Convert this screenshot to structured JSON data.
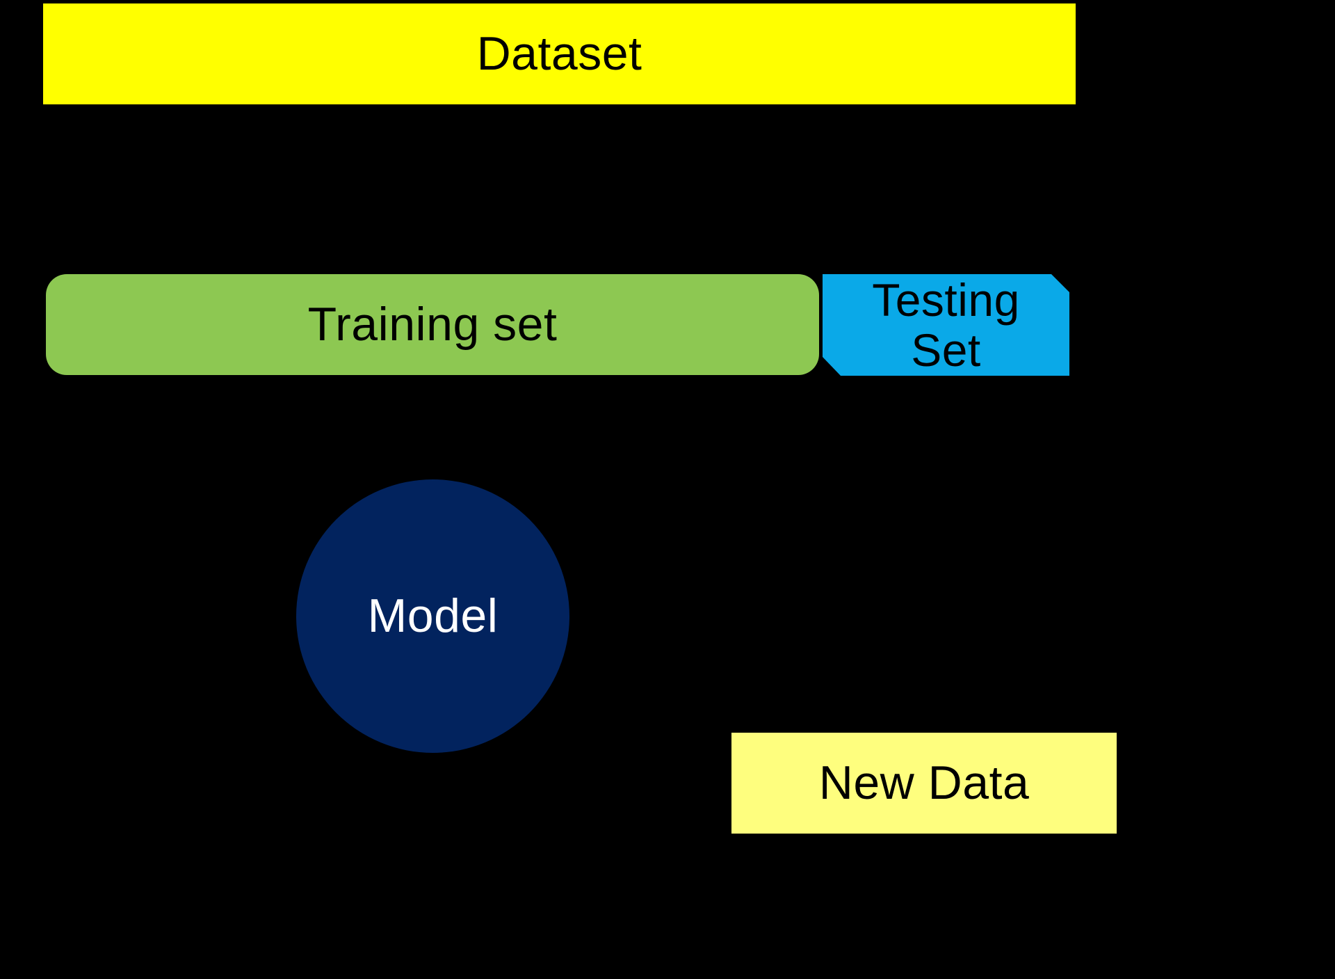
{
  "canvas": {
    "background": "#000000"
  },
  "nodes": {
    "dataset": {
      "label": "Dataset",
      "fill": "#FFFF00",
      "text_color": "#000000",
      "shape": "rectangle"
    },
    "training_set": {
      "label": "Training set",
      "fill": "#8DC852",
      "text_color": "#000000",
      "shape": "rounded-rectangle"
    },
    "testing_set": {
      "label_line1": "Testing",
      "label_line2": "Set",
      "fill": "#0AA9E8",
      "text_color": "#000000",
      "shape": "rectangle-beveled-corners"
    },
    "model": {
      "label": "Model",
      "fill": "#02235E",
      "text_color": "#FFFFFF",
      "shape": "circle"
    },
    "new_data": {
      "label": "New Data",
      "fill": "#FEFE7E",
      "text_color": "#000000",
      "shape": "rectangle"
    }
  }
}
